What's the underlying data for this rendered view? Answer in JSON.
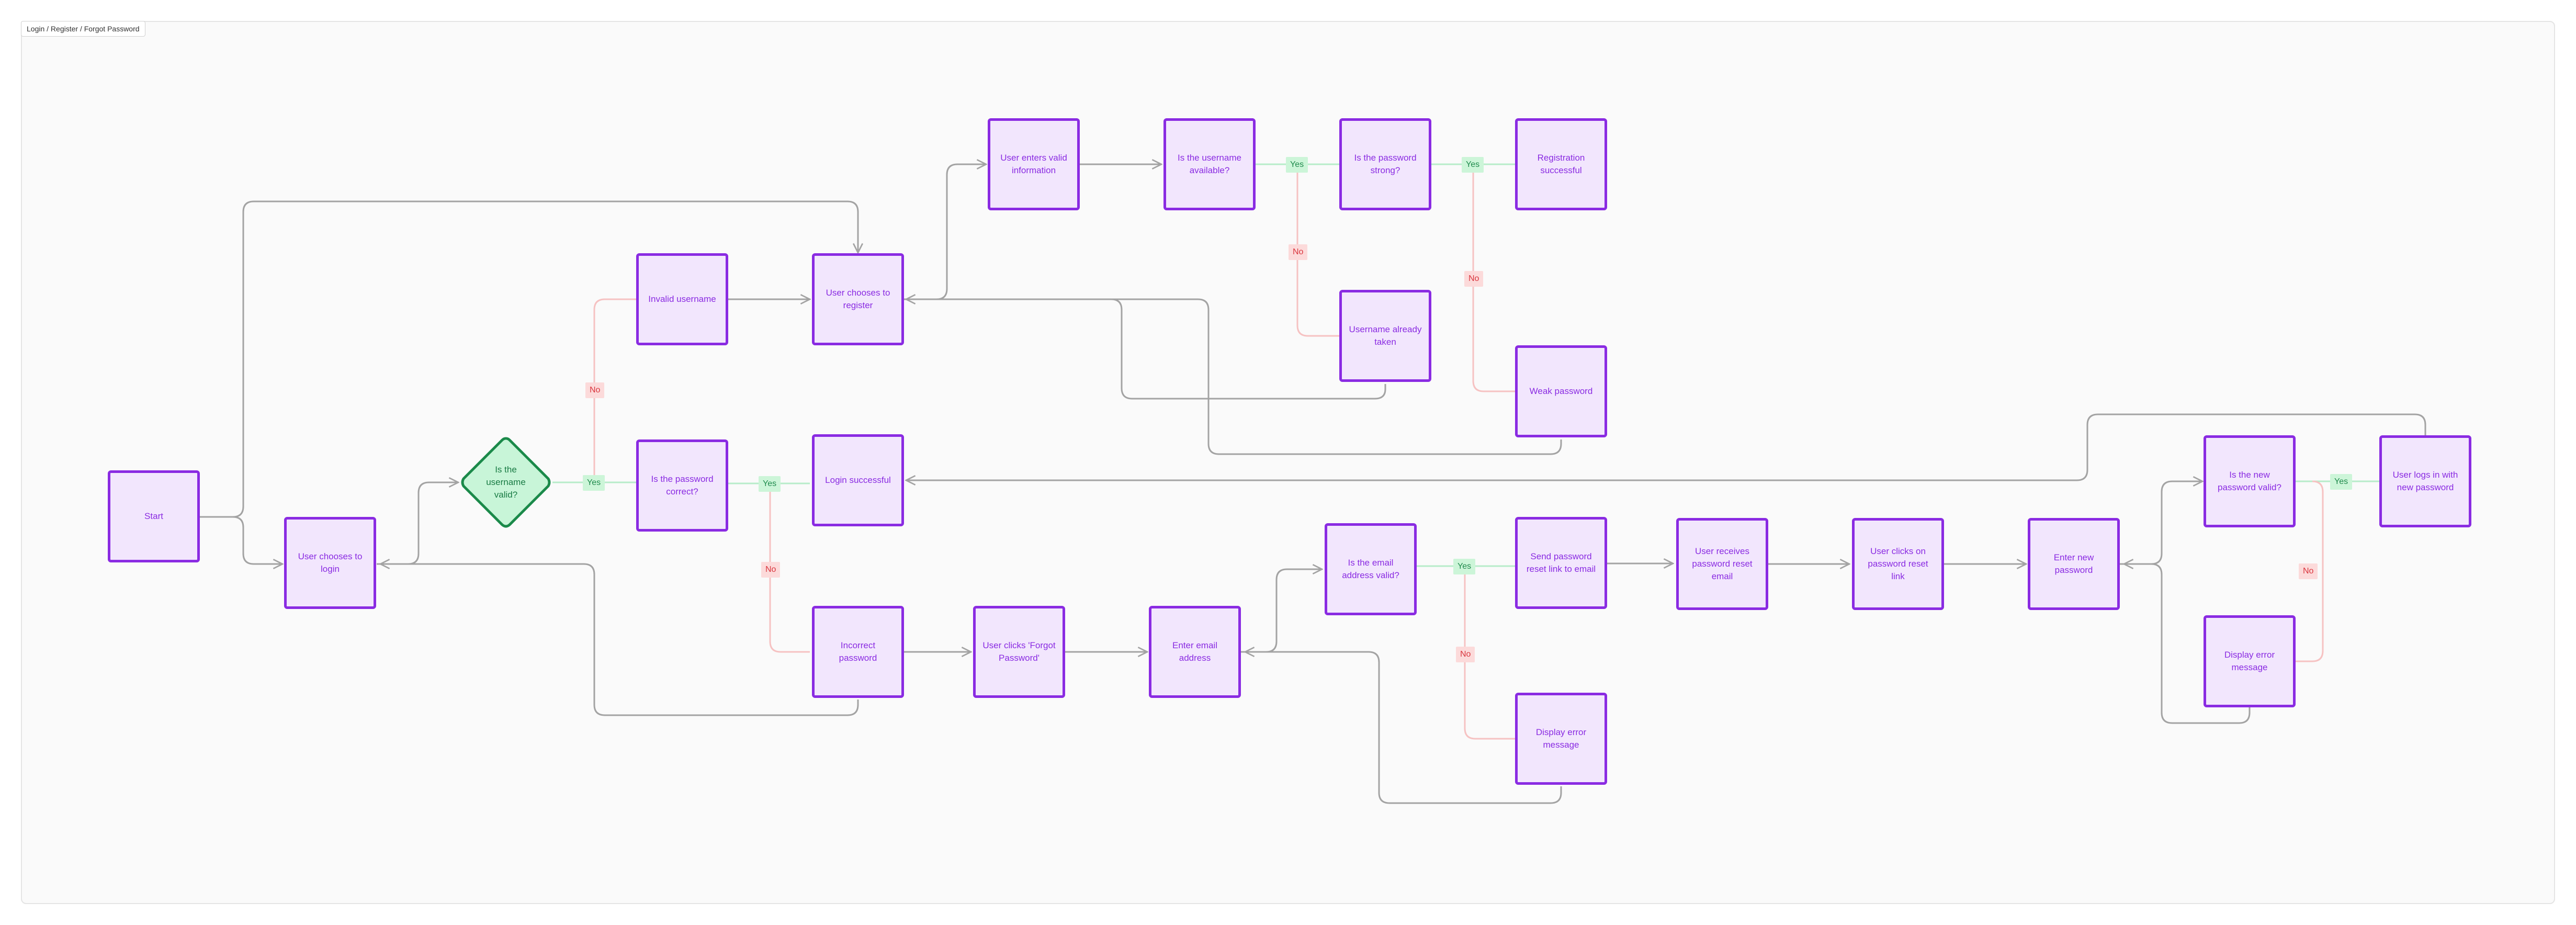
{
  "frame": {
    "label": "Login / Register / Forgot Password"
  },
  "colors": {
    "node_fill": "#f2e6fd",
    "node_stroke": "#8a2be2",
    "decision_fill": "#c8f5d8",
    "decision_stroke": "#1b8a4a",
    "edge": "#a3a3a3",
    "yes_edge": "#b7ecc9",
    "no_edge": "#f6c2c2"
  },
  "nodes": {
    "start": "Start",
    "choose_login": "User chooses to login",
    "username_valid": "Is the username valid?",
    "invalid_username": "Invalid username",
    "password_correct": "Is the password correct?",
    "choose_register": "User chooses to register",
    "login_successful": "Login successful",
    "incorrect_password": "Incorrect password",
    "clicks_forgot": "User clicks 'Forgot Password'",
    "enter_email": "Enter email address",
    "email_valid": "Is the email address valid?",
    "send_reset": "Send password reset link to email",
    "display_error_email": "Display error message",
    "receives_email": "User receives password reset email",
    "clicks_reset_link": "User clicks on password reset link",
    "enter_new_password": "Enter new password",
    "new_password_valid": "Is the new password valid?",
    "display_error_new": "Display error message",
    "logs_in_new": "User logs in with new password",
    "enters_valid_info": "User enters valid information",
    "username_available": "Is the username available?",
    "password_strong": "Is the password strong?",
    "registration_successful": "Registration successful",
    "username_taken": "Username already taken",
    "weak_password": "Weak password"
  },
  "labels": {
    "yes": "Yes",
    "no": "No"
  }
}
